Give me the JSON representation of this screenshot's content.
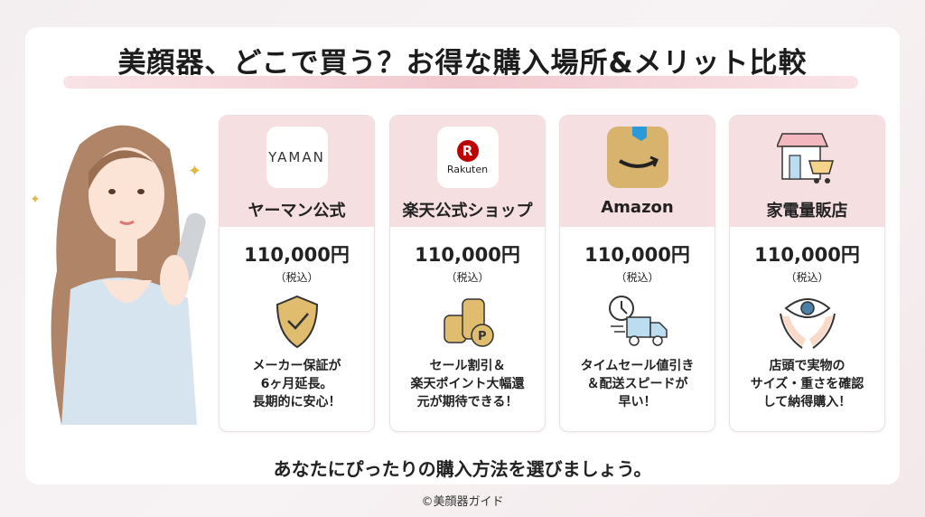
{
  "title": "美顔器、どこで買う？お得な購入場所&メリット比較",
  "colors": {
    "card_header": "#f6dfe1",
    "accent_gold": "#d9b86a",
    "rakuten_red": "#bf0000"
  },
  "cards": [
    {
      "logo_text": "YAMAN",
      "logo_icon": "yaman-logo",
      "store": "ヤーマン公式",
      "price": "110,000円",
      "tax": "（税込）",
      "feature_icon": "shield-check-icon",
      "desc": "メーカー保証が\n6ヶ月延長。\n長期的に安心！"
    },
    {
      "logo_text": "Rakuten",
      "logo_icon": "rakuten-logo",
      "store": "楽天公式ショップ",
      "price": "110,000円",
      "tax": "（税込）",
      "feature_icon": "coins-points-icon",
      "desc": "セール割引＆\n楽天ポイント大幅還\n元が期待できる！"
    },
    {
      "logo_text": "",
      "logo_icon": "amazon-logo",
      "store": "Amazon",
      "price": "110,000円",
      "tax": "（税込）",
      "feature_icon": "delivery-truck-clock-icon",
      "desc": "タイムセール値引き\n＆配送スピードが\n早い！"
    },
    {
      "logo_text": "",
      "logo_icon": "store-cart-icon",
      "store": "家電量販店",
      "price": "110,000円",
      "tax": "（税込）",
      "feature_icon": "eye-hands-icon",
      "desc": "店頭で実物の\nサイズ・重さを確認\nして納得購入！"
    }
  ],
  "footer": "あなたにぴったりの購入方法を選びましょう。",
  "copyright": "©美顔器ガイド"
}
